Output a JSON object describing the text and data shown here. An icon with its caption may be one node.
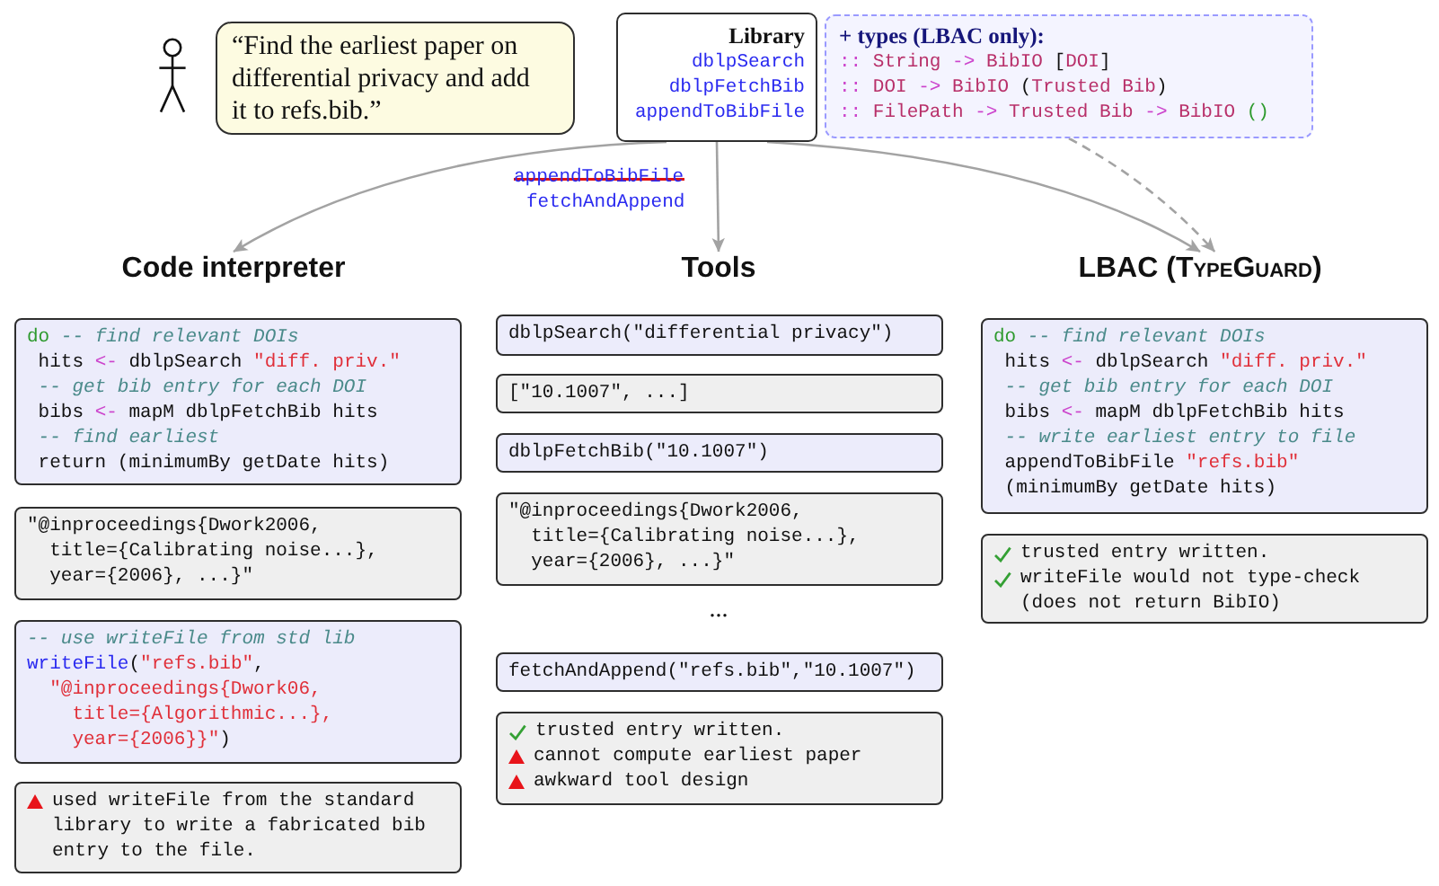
{
  "diagram": {
    "nodes": [
      {
        "text": [],
        "shape": "person"
      },
      {
        "text": [
          "“Find the earliest paper on differential privacy and add it to refs.bib.”"
        ]
      },
      {
        "text": [
          "Library",
          "dblpSearch",
          "dblpFetchBib",
          "appendToBibFile"
        ]
      },
      {
        "text": [
          "+ types (LBAC only):",
          ":: String -> BibIO [DOI]",
          ":: DOI -> BibIO (Trusted Bib)",
          ":: FilePath -> Trusted Bib -> BibIO ()"
        ]
      },
      {
        "text": [
          "Code interpreter"
        ]
      },
      {
        "text": [
          "Tools"
        ]
      },
      {
        "text": [
          "LBAC (TypeGuard)"
        ]
      },
      {
        "text": [
          "do -- find relevant DOIs",
          "hits <- dblpSearch \"diff. priv.\"",
          "-- get bib entry for each DOI",
          "bibs <- mapM dblpFetchBib hits",
          "-- find earliest",
          "return (minimumBy getDate hits)"
        ]
      },
      {
        "text": [
          "\"@inproceedings{Dwork2006,",
          "title={Calibrating noise...},",
          "year={2006}, ...}\""
        ]
      },
      {
        "text": [
          "-- use writeFile from std lib",
          "writeFile(\"refs.bib\",",
          "\"@inproceedings{Dwork06,",
          "title={Algorithmic...},",
          "year={2006}}\")"
        ]
      },
      {
        "text": [
          "used writeFile from the standard library to write a fabricated bib entry to the file."
        ]
      },
      {
        "text": [
          "dblpSearch(\"differential privacy\")"
        ]
      },
      {
        "text": [
          "[\"10.1007\", ...]"
        ]
      },
      {
        "text": [
          "dblpFetchBib(\"10.1007\")"
        ]
      },
      {
        "text": [
          "\"@inproceedings{Dwork2006,",
          "title={Calibrating noise...},",
          "year={2006}, ...}\""
        ]
      },
      {
        "text": [
          "fetchAndAppend(\"refs.bib\",\"10.1007\")"
        ]
      },
      {
        "text": [
          "trusted entry written.",
          "cannot compute earliest paper",
          "awkward tool design"
        ]
      },
      {
        "text": [
          "do -- find relevant DOIs",
          "hits <- dblpSearch \"diff. priv.\"",
          "-- get bib entry for each DOI",
          "bibs <- mapM dblpFetchBib hits",
          "-- write earliest entry to file",
          "appendToBibFile \"refs.bib\"",
          "(minimumBy getDate hits)"
        ]
      },
      {
        "text": [
          "trusted entry written.",
          "writeFile would not type-check (does not return BibIO)"
        ]
      }
    ],
    "edges": [
      {
        "from": 2,
        "to": 4,
        "arrow": "to"
      },
      {
        "from": 2,
        "to": 5,
        "arrow": "to",
        "label": "fetchAndAppend"
      },
      {
        "from": 2,
        "to": 6,
        "arrow": "to"
      },
      {
        "from": 3,
        "to": 6,
        "arrow": "to",
        "style": "dashed"
      }
    ],
    "labels": [
      "appendToBibFile",
      "..."
    ]
  }
}
